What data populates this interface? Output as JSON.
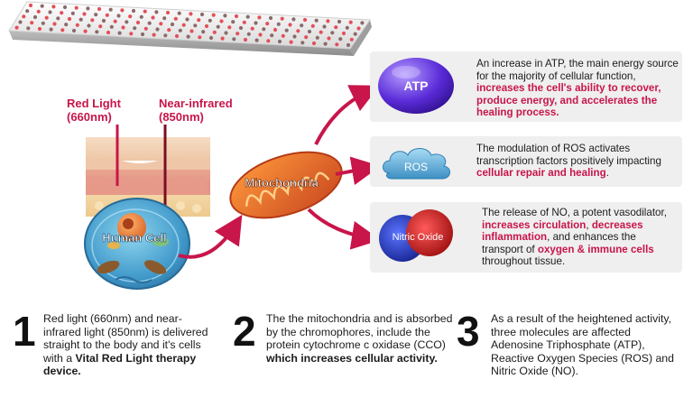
{
  "labels": {
    "red_light": [
      "Red Light",
      "(660nm)"
    ],
    "near_infrared": [
      "Near-infrared",
      "(850nm)"
    ],
    "mitochondria": "Mitochondria",
    "human_cell": "Human Cell"
  },
  "molecules": [
    {
      "name": "ATP",
      "text_before": "An increase in ATP, the main energy source for the majority of cellular function, ",
      "text_highlight": "increases the cell's ability to recover, produce energy, and accelerates the healing process.",
      "text_after": ""
    },
    {
      "name": "ROS",
      "text_before": "The modulation of ROS activates transcription factors positively impacting ",
      "text_highlight": "cellular repair and healing",
      "text_after": "."
    },
    {
      "name": "Nitric Oxide",
      "text_before": "The release of NO, a potent vasodilator, ",
      "hl1": "increases circulation",
      "mid1": ", ",
      "hl2": "decreases inflammation",
      "mid2": ", and enhances the transport of ",
      "hl3": "oxygen & immune cells",
      "text_after": " throughout tissue."
    }
  ],
  "steps": [
    {
      "number": "1",
      "text": "Red light (660nm) and near-infrared light (850nm) is delivered straight to the body and it's cells with a ",
      "bold": "Vital Red Light therapy device."
    },
    {
      "number": "2",
      "text": "The the mitochondria and is absorbed by the chromophores, include the protein cytochrome c oxidase (CCO) ",
      "bold": "which increases cellular activity."
    },
    {
      "number": "3",
      "text": "As a result of the heightened activity, three molecules are affected Adenosine Triphosphate (ATP), Reactive Oxygen Species (ROS) and Nitric Oxide (NO).",
      "bold": ""
    }
  ],
  "colors": {
    "accent": "#c8154a",
    "card_bg": "#efefef",
    "atp": "#5a2bd8",
    "ros": "#4a9fd0",
    "no_red": "#d41a1a",
    "no_blue": "#1f35c8"
  }
}
